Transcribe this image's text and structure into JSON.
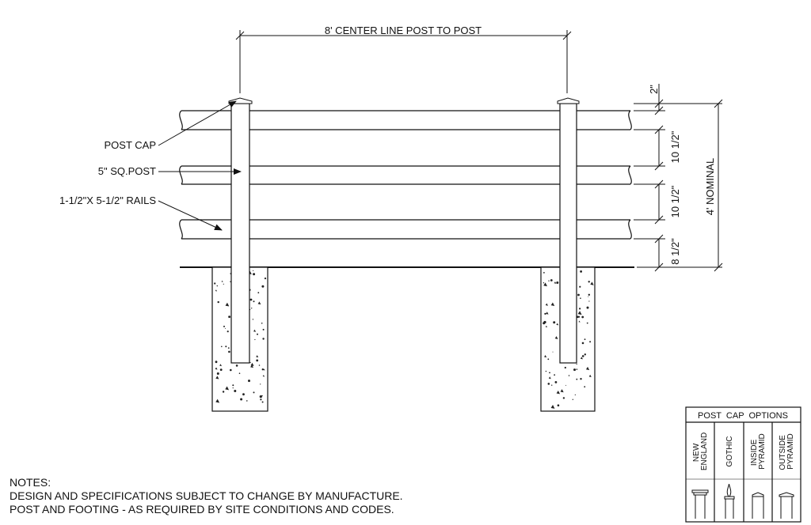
{
  "dimensions": {
    "span": "8' CENTER LINE POST TO POST",
    "top_gap": "2\"",
    "rail_spacing_1": "10 1/2\"",
    "rail_spacing_2": "10 1/2\"",
    "bottom_gap": "8 1/2\"",
    "height": "4' NOMINAL"
  },
  "callouts": {
    "post_cap": "POST CAP",
    "post": "5\" SQ.POST",
    "rails": "1-1/2\"X 5-1/2\" RAILS"
  },
  "post_cap_options": {
    "title": "POST  CAP  OPTIONS",
    "options": [
      "NEW ENGLAND",
      "GOTHIC",
      "INSIDE PYRAMID",
      "OUTSIDE PYRAMID"
    ]
  },
  "notes": {
    "heading": "NOTES:",
    "lines": [
      "DESIGN AND SPECIFICATIONS SUBJECT TO CHANGE BY MANUFACTURE.",
      "POST AND FOOTING - AS REQUIRED BY SITE CONDITIONS AND CODES."
    ]
  },
  "colors": {
    "line": "#111111",
    "background": "#ffffff"
  }
}
